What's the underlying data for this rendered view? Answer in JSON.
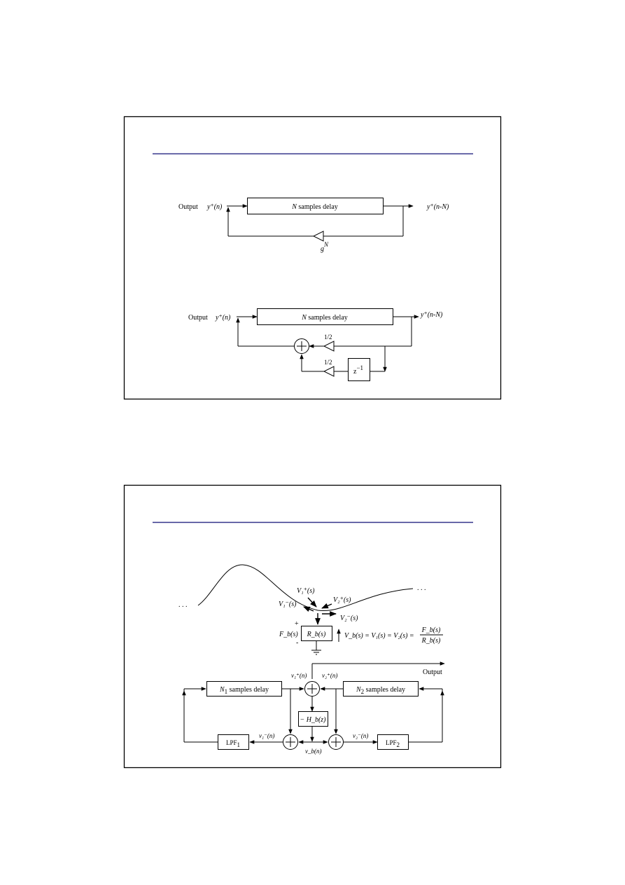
{
  "slide1": {
    "diagram_a": {
      "output_label": "Output",
      "input_signal": "y⁺(n)",
      "delay_label_var": "N",
      "delay_label_text": " samples delay",
      "output_signal": "y⁺(n-N)",
      "gain_base": "g",
      "gain_exp": "N"
    },
    "diagram_b": {
      "output_label": "Output",
      "input_signal": "y⁺(n)",
      "delay_label_var": "N",
      "delay_label_text": " samples delay",
      "output_signal": "y⁺(n-N)",
      "gain_top": "1/2",
      "gain_bottom": "1/2",
      "unit_delay_base": "z",
      "unit_delay_exp": "−1"
    }
  },
  "slide2": {
    "string": {
      "dots_left": ". . .",
      "dots_right": ". . .",
      "v1_plus": "V₁⁺(s)",
      "v2_plus": "V₂⁺(s)",
      "v1_minus": "V₁⁻(s)",
      "v2_minus": "V₂⁻(s)",
      "plus_sign": "+",
      "minus_sign": "-",
      "force": "F_b(s)",
      "impedance": "R_b(s)",
      "equation_left": "V_b(s) = V₁(s) = V₂(s) =",
      "equation_num": "F_b(s)",
      "equation_den": "R_b(s)"
    },
    "network": {
      "output_label": "Output",
      "delay1_var": "N",
      "delay1_sub": "1",
      "delay1_text": " samples delay",
      "delay2_var": "N",
      "delay2_sub": "2",
      "delay2_text": " samples delay",
      "v1p": "v₁⁺(n)",
      "v2p": "v₂⁺(n)",
      "v1m": "v₁⁻(n)",
      "v2m": "v₂⁻(n)",
      "vb": "v_b(n)",
      "filter_label": "− H_b(z)",
      "lpf1": "LPF",
      "lpf1_sub": "1",
      "lpf2": "LPF",
      "lpf2_sub": "2"
    }
  }
}
